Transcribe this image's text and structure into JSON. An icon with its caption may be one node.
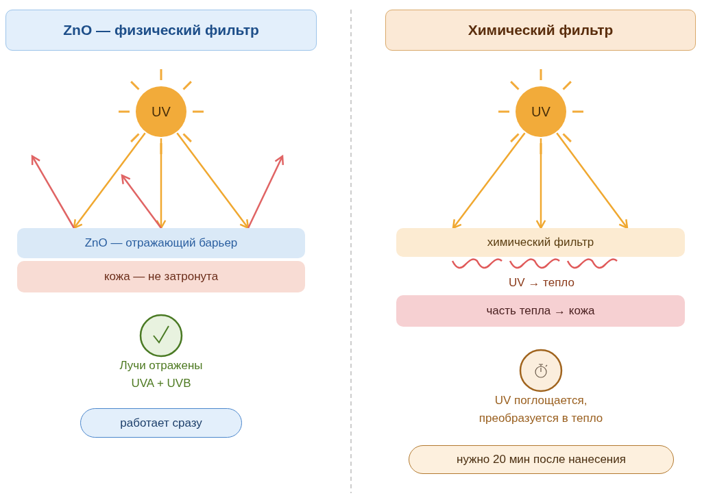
{
  "diagram": {
    "nodes": [
      {
        "text": [
          "ZnO — физический фильтр"
        ]
      },
      {
        "text": [
          "UV"
        ]
      },
      {
        "text": [
          "ZnO — отражающий барьер"
        ]
      },
      {
        "text": [
          "кожа — не затронута"
        ]
      },
      {
        "text": [
          "работает сразу"
        ]
      },
      {
        "text": [
          "Химический фильтр"
        ]
      },
      {
        "text": [
          "UV"
        ]
      },
      {
        "text": [
          "химический фильтр"
        ]
      },
      {
        "text": [
          "часть тепла → кожа"
        ]
      },
      {
        "text": [
          "нужно 20 мин после нанесения"
        ]
      }
    ],
    "edges": [
      {
        "from": 1,
        "to": 2,
        "arrow": "to"
      },
      {
        "from": 1,
        "to": 2,
        "arrow": "to"
      },
      {
        "from": 1,
        "to": 2,
        "arrow": "to"
      },
      {
        "from": 2,
        "to": null,
        "arrow": "to",
        "color": "#e06464"
      },
      {
        "from": 2,
        "to": null,
        "arrow": "to",
        "color": "#e06464"
      },
      {
        "from": 2,
        "to": null,
        "arrow": "to",
        "color": "#e06464"
      },
      {
        "from": 6,
        "to": 7,
        "arrow": "to"
      },
      {
        "from": 6,
        "to": 7,
        "arrow": "to"
      },
      {
        "from": 6,
        "to": 7,
        "arrow": "to"
      }
    ],
    "labels": [
      "Лучи отражены UVA + UVB",
      "UV → тепло",
      "UV поглощается, преобразуется в тепло"
    ]
  }
}
